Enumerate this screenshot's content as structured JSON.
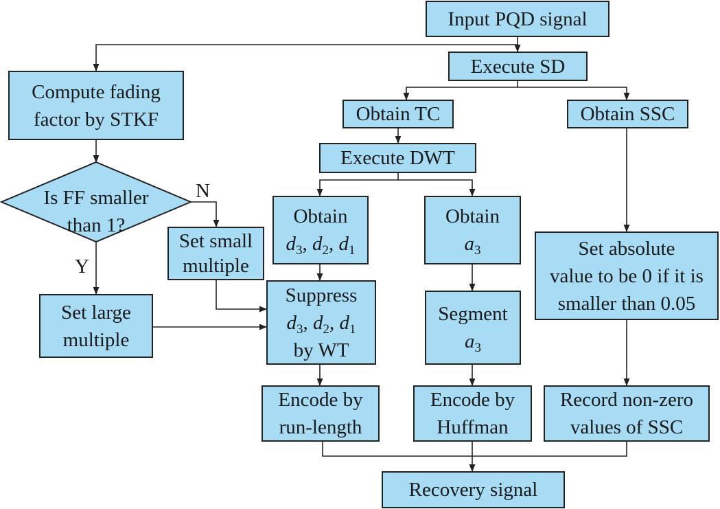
{
  "nodes": {
    "input": "Input PQD signal",
    "execute_sd": "Execute SD",
    "compute_fading": [
      "Compute fading",
      "factor by STKF"
    ],
    "obtain_tc": "Obtain TC",
    "obtain_ssc": "Obtain SSC",
    "execute_dwt": "Execute DWT",
    "decision": [
      "Is FF smaller",
      "than 1?"
    ],
    "set_small": [
      "Set small",
      "multiple"
    ],
    "set_large": [
      "Set large",
      "multiple"
    ],
    "obtain_d_word": "Obtain",
    "obtain_a_word": "Obtain",
    "set_absolute": [
      "Set absolute",
      "value to be 0 if it is",
      "smaller than 0.05"
    ],
    "suppress_word": "Suppress",
    "suppress_by": "by WT",
    "segment_word": "Segment",
    "encode_rl": [
      "Encode by",
      "run-length"
    ],
    "encode_huff": [
      "Encode by",
      "Huffman"
    ],
    "record": [
      "Record non-zero",
      "values of SSC"
    ],
    "recovery": "Recovery signal"
  },
  "labels": {
    "no": "N",
    "yes": "Y"
  },
  "math": {
    "d3": "d",
    "d3_sub": "3",
    "d2": "d",
    "d2_sub": "2",
    "d1": "d",
    "d1_sub": "1",
    "a3": "a",
    "a3_sub": "3",
    "sep": ", "
  },
  "colors": {
    "box_fill": "#a8dcf5",
    "stroke": "#222222"
  }
}
